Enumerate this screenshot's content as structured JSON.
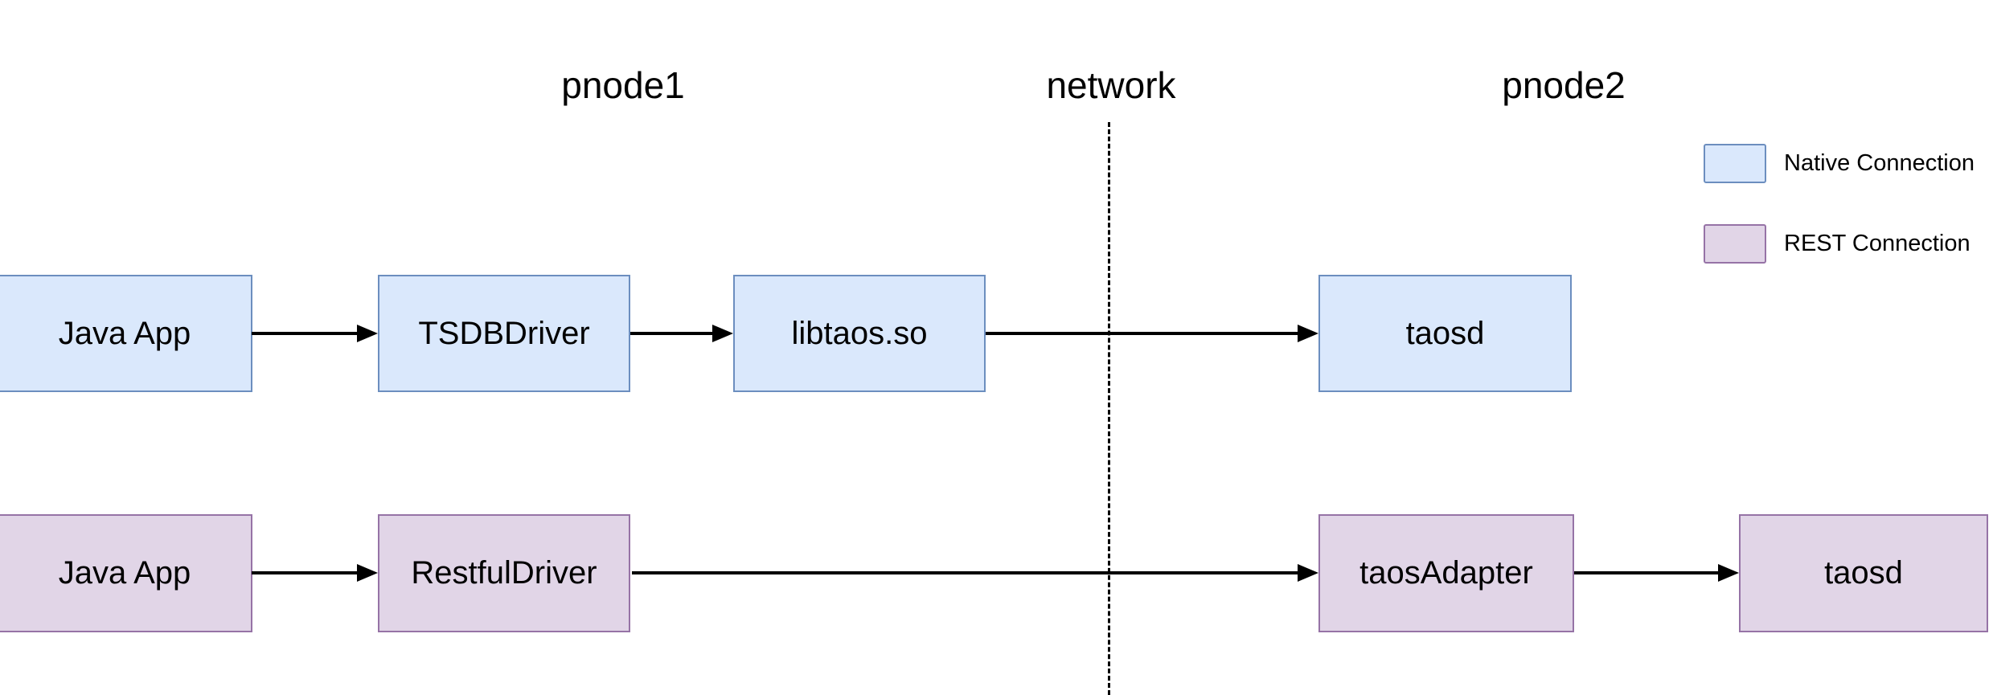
{
  "headers": {
    "pnode1": "pnode1",
    "network": "network",
    "pnode2": "pnode2"
  },
  "legend": {
    "items": [
      {
        "id": "native",
        "label": "Native Connection",
        "fill": "#dae8fc",
        "border": "#6c8ebf"
      },
      {
        "id": "rest",
        "label": "REST Connection",
        "fill": "#e1d5e7",
        "border": "#9673a6"
      }
    ]
  },
  "rows": {
    "native": {
      "connection_type": "Native Connection",
      "nodes": [
        {
          "id": "java-app-native",
          "label": "Java App",
          "host": "pnode1"
        },
        {
          "id": "tsdbdriver",
          "label": "TSDBDriver",
          "host": "pnode1"
        },
        {
          "id": "libtaos-so",
          "label": "libtaos.so",
          "host": "pnode1"
        },
        {
          "id": "taosd-native",
          "label": "taosd",
          "host": "pnode2"
        }
      ],
      "edges": [
        {
          "from": "Java App",
          "to": "TSDBDriver"
        },
        {
          "from": "TSDBDriver",
          "to": "libtaos.so"
        },
        {
          "from": "libtaos.so",
          "to": "taosd",
          "crosses": "network"
        }
      ]
    },
    "rest": {
      "connection_type": "REST Connection",
      "nodes": [
        {
          "id": "java-app-rest",
          "label": "Java App",
          "host": "pnode1"
        },
        {
          "id": "restfuldriver",
          "label": "RestfulDriver",
          "host": "pnode1"
        },
        {
          "id": "taosadapter",
          "label": "taosAdapter",
          "host": "pnode2"
        },
        {
          "id": "taosd-rest",
          "label": "taosd",
          "host": "pnode2"
        }
      ],
      "edges": [
        {
          "from": "Java App",
          "to": "RestfulDriver"
        },
        {
          "from": "RestfulDriver",
          "to": "taosAdapter",
          "crosses": "network"
        },
        {
          "from": "taosAdapter",
          "to": "taosd"
        }
      ]
    }
  },
  "divider": {
    "label": "network",
    "style": "dashed",
    "color": "#000000"
  },
  "colors": {
    "background": "#ffffff",
    "native_fill": "#dae8fc",
    "native_border": "#6c8ebf",
    "rest_fill": "#e1d5e7",
    "rest_border": "#9673a6",
    "arrow": "#000000",
    "text": "#000000"
  }
}
